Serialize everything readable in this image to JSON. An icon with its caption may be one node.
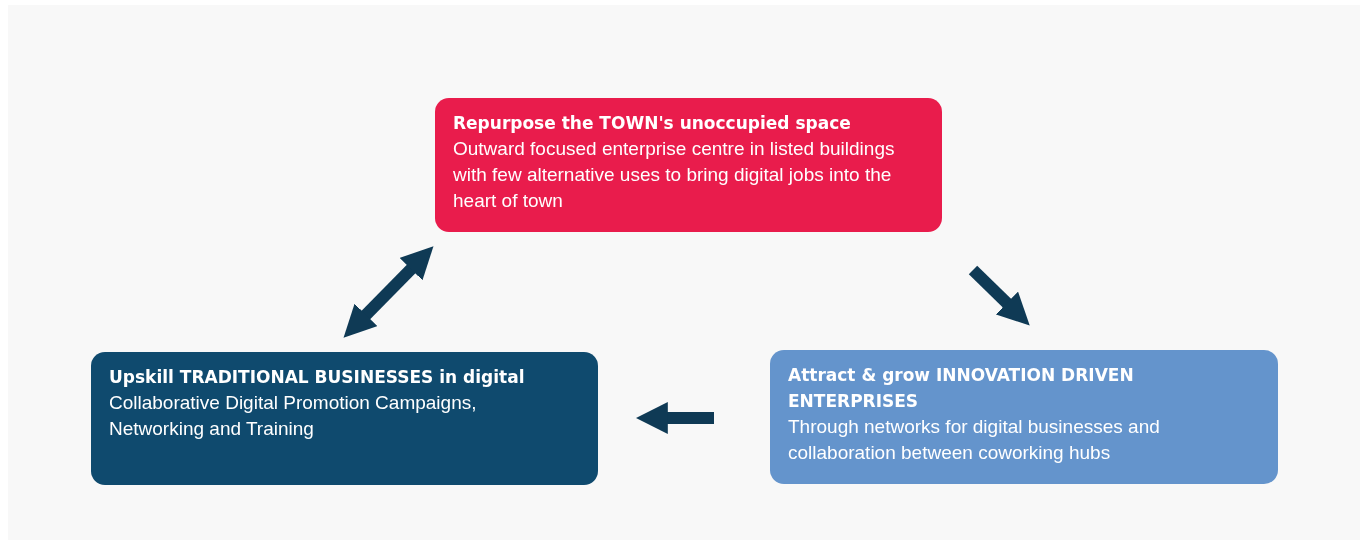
{
  "diagram": {
    "nodes": [
      {
        "text": [
          "Repurpose the TOWN's unoccupied space",
          "Outward focused enterprise centre in listed buildings with few alternative uses to bring digital jobs into the heart of town"
        ]
      },
      {
        "text": [
          "Upskill TRADITIONAL BUSINESSES in digital",
          "Collaborative Digital Promotion Campaigns, Networking and Training"
        ]
      },
      {
        "text": [
          "Attract & grow INNOVATION DRIVEN ENTERPRISES",
          "Through networks for digital businesses and collaboration between coworking hubs"
        ]
      }
    ],
    "edges": [
      {
        "from": 0,
        "to": 2,
        "arrow": "to"
      },
      {
        "from": 2,
        "to": 1,
        "arrow": "to"
      },
      {
        "from": 1,
        "to": 0,
        "arrow": "both"
      }
    ]
  }
}
